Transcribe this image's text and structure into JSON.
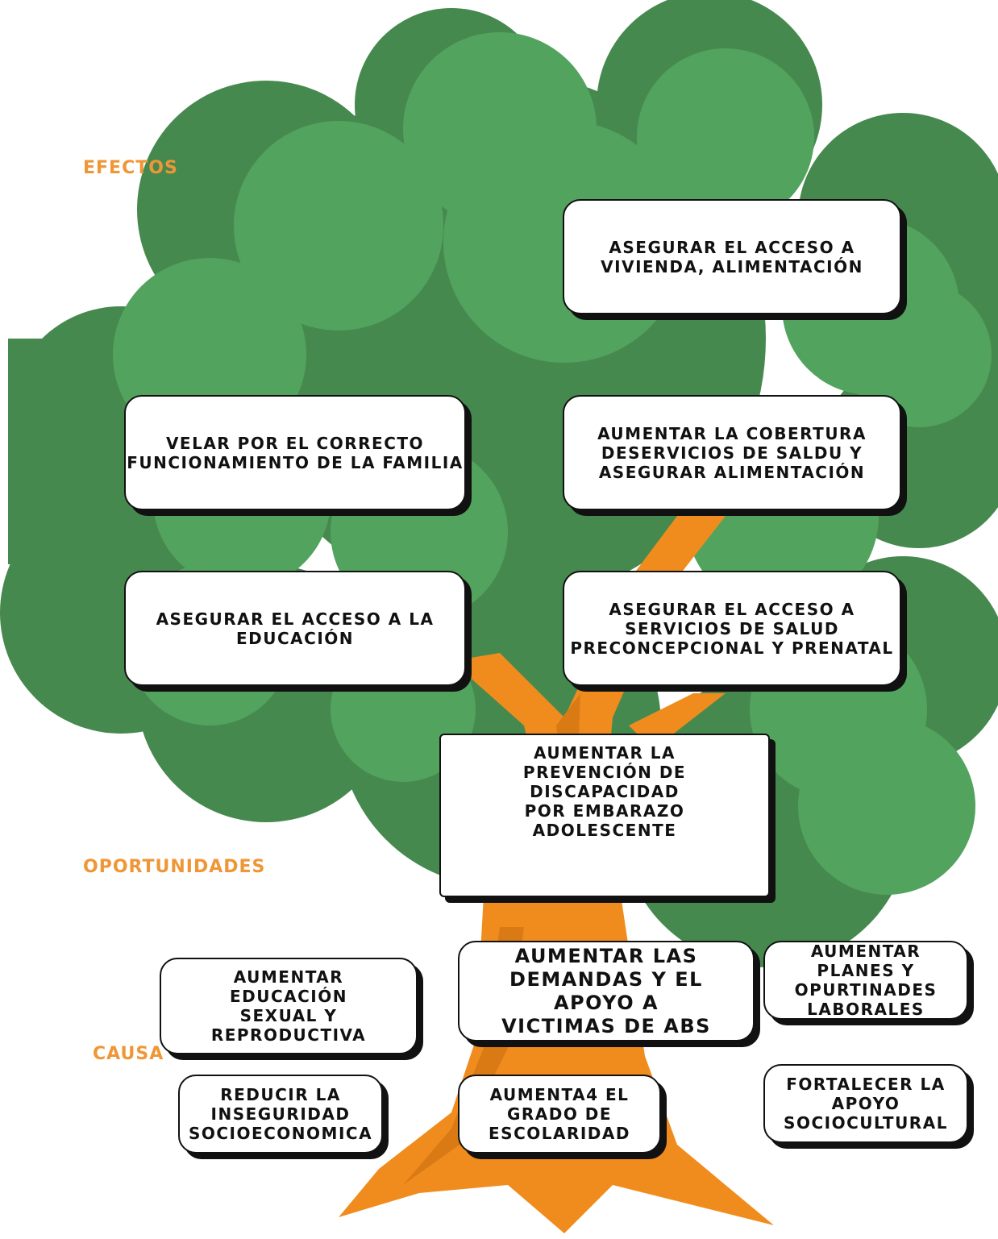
{
  "labels": {
    "efectos": "EFECTOS",
    "oportunidades": "OPORTUNIDADES",
    "causa": "CAUSA"
  },
  "boxes": {
    "vivienda": "ASEGURAR EL ACCESO A\nVIVIENDA, ALIMENTACIÓN",
    "familia": "VELAR POR  EL CORRECTO\nFUNCIONAMIENTO DE LA FAMILIA",
    "cobertura": "AUMENTAR LA COBERTURA\nDESERVICIOS DE SALDU Y\nASEGURAR ALIMENTACIÓN",
    "educacion": "ASEGURAR EL ACCESO A LA\nEDUCACIÓN",
    "salud": "ASEGURAR EL ACCESO A\nSERVICIOS DE SALUD\nPRECONCEPCIONAL Y PRENATAL",
    "prevencion": "AUMENTAR LA\nPREVENCIÓN DE\nDISCAPACIDAD\nPOR EMBARAZO\nADOLESCENTE",
    "sexual": "AUMENTAR\nEDUCACIÓN\nSEXUAL Y\nREPRODUCTIVA",
    "demandas": "AUMENTAR LAS\nDEMANDAS Y EL\nAPOYO A\nVICTIMAS DE ABS",
    "laborales": "AUMENTAR\nPLANES Y\nOPURTINADES\nLABORALES",
    "inseguridad": "REDUCIR LA\nINSEGURIDAD\nSOCIOECONOMICA",
    "escolaridad": "AUMENTA4 EL\nGRADO DE\nESCOLARIDAD",
    "sociocultural": "FORTALECER LA\nAPOYO\nSOCIOCULTURAL"
  },
  "colors": {
    "foliage_dark": "#46894f",
    "foliage_light": "#52a35e",
    "trunk": "#f08c1e",
    "trunk_shade": "#d97a14",
    "label_orange": "#ef9636"
  }
}
